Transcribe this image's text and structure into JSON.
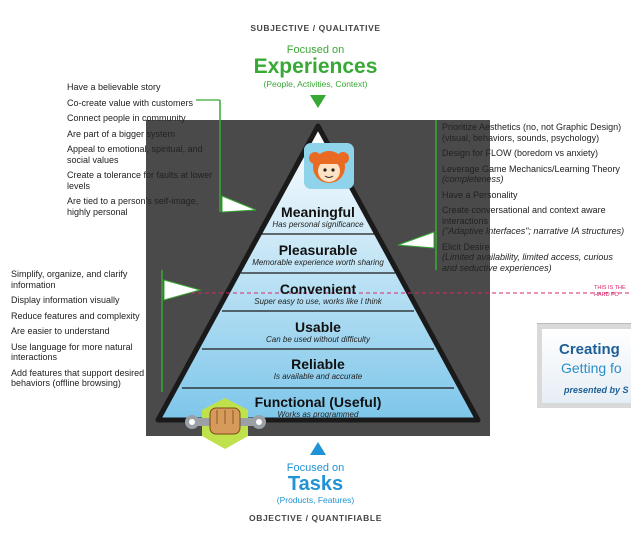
{
  "top": {
    "caption": "SUBJECTIVE / QUALITATIVE",
    "focused_on": "Focused on",
    "title": "Experiences",
    "subtitle": "(People, Activities, Context)"
  },
  "bottom": {
    "focused_on": "Focused on",
    "title": "Tasks",
    "subtitle": "(Products, Features)",
    "caption": "OBJECTIVE / QUANTIFIABLE"
  },
  "tiers": [
    {
      "title": "Meaningful",
      "subtitle": "Has personal significance"
    },
    {
      "title": "Pleasurable",
      "subtitle": "Memorable experience worth sharing"
    },
    {
      "title": "Convenient",
      "subtitle": "Super easy to use, works like I think"
    },
    {
      "title": "Usable",
      "subtitle": "Can be used without difficulty"
    },
    {
      "title": "Reliable",
      "subtitle": "Is available and accurate"
    },
    {
      "title": "Functional (Useful)",
      "subtitle": "Works as programmed"
    }
  ],
  "left_top_list": [
    "Have a believable story",
    "Co-create value with customers",
    "Connect people in community",
    "Are part of a bigger system",
    "Appeal to emotional, spiritual, and social values",
    "Create a tolerance for faults at lower levels",
    "Are tied to a person's self-image, highly personal"
  ],
  "left_bottom_list": [
    "Simplify, organize, and  clarify information",
    "Display information visually",
    "Reduce features and complexity",
    "Are easier to understand",
    "Use language for more natural interactions",
    "Add features that support desired behaviors (offline browsing)"
  ],
  "right_list": [
    {
      "text": "Prioritize Aesthetics (no, not Graphic Design)",
      "note": "(visual, behaviors, sounds, psychology)"
    },
    {
      "text": "Design for FLOW (boredom vs anxiety)",
      "note": ""
    },
    {
      "text": "Leverage Game Mechanics/Learning Theory",
      "note": "(completeness)"
    },
    {
      "text": "Have a Personality",
      "note": ""
    },
    {
      "text": "Create conversational and context aware interactions",
      "note": "(\"Adaptive Interfaces\"; narrative IA structures)"
    },
    {
      "text": "Elicit Desire",
      "note": "(Limited availability, limited access, curious and seductive experiences)"
    }
  ],
  "dashed_note": {
    "line1": "THIS IS THE",
    "line2": "HARD FO"
  },
  "banner": {
    "line1": "Creating",
    "line2": "Getting fo",
    "line3": "presented by S"
  },
  "colors": {
    "green": "#39a935",
    "blue": "#1f93d4",
    "dark_panel": "#4a4a4a",
    "dash": "#d6276a"
  }
}
